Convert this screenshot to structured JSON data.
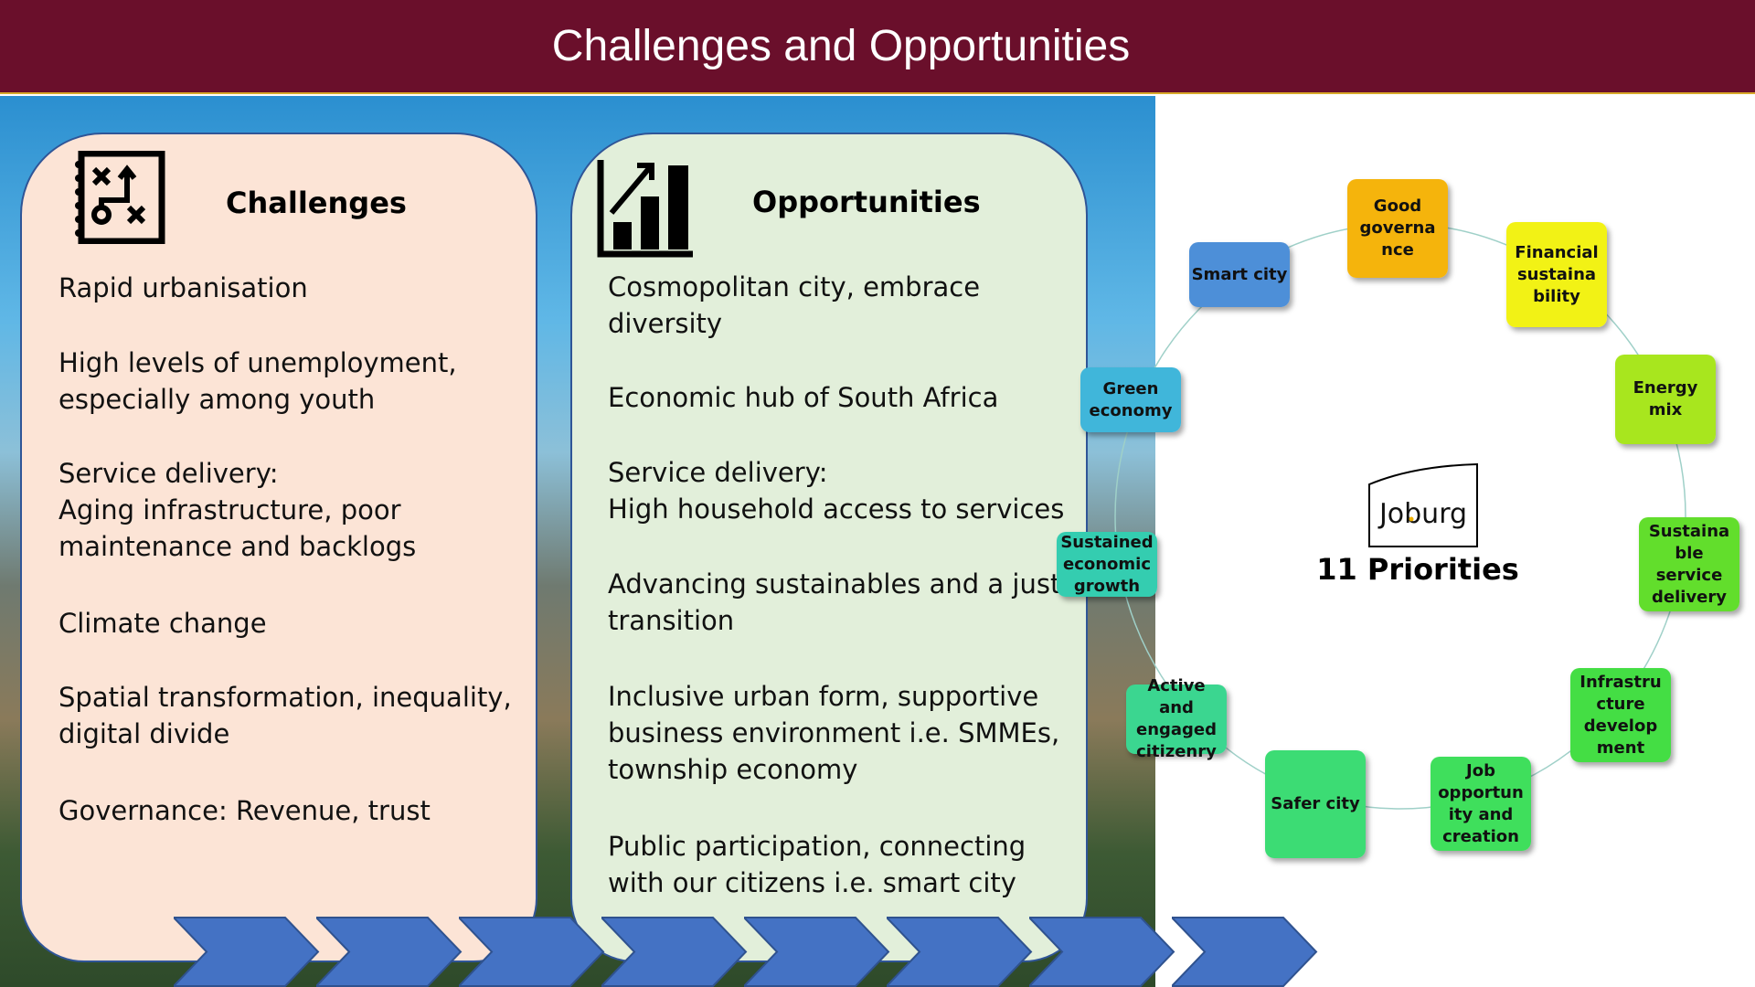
{
  "title": "Challenges and Opportunities",
  "challenges": {
    "heading": "Challenges",
    "items": [
      "Rapid urbanisation",
      "High levels of unemployment,\nespecially among youth",
      "Service delivery:\nAging infrastructure, poor\nmaintenance and backlogs",
      "Climate change",
      "Spatial transformation, inequality,\ndigital divide",
      "Governance: Revenue, trust"
    ]
  },
  "opportunities": {
    "heading": "Opportunities",
    "items": [
      "Cosmopolitan city, embrace\ndiversity",
      "Economic hub of South Africa",
      "Service delivery:\nHigh household access to services",
      "Advancing sustainables and a just\ntransition",
      "Inclusive urban form, supportive\nbusiness environment i.e. SMMEs,\ntownship economy",
      " Public participation, connecting\nwith our citizens i.e. smart city"
    ]
  },
  "logo_text": "Joburg",
  "priorities_label": "11 Priorities",
  "priorities": [
    {
      "label": "Good governa nce",
      "color": "#f5b40c"
    },
    {
      "label": "Financial sustaina bility",
      "color": "#f2f215"
    },
    {
      "label": "Energy mix",
      "color": "#a8e61e"
    },
    {
      "label": "Sustaina ble service delivery",
      "color": "#62de2c"
    },
    {
      "label": "Infrastru cture develop ment",
      "color": "#44de44"
    },
    {
      "label": "Job opportun ity and creation",
      "color": "#3fdf5c"
    },
    {
      "label": "Safer city",
      "color": "#3cdc74"
    },
    {
      "label": "Active and engaged citizenry",
      "color": "#3bd690"
    },
    {
      "label": "Sustained economic growth",
      "color": "#34cdb0"
    },
    {
      "label": "Green economy",
      "color": "#40b6da"
    },
    {
      "label": "Smart city",
      "color": "#4d8fd8"
    }
  ]
}
